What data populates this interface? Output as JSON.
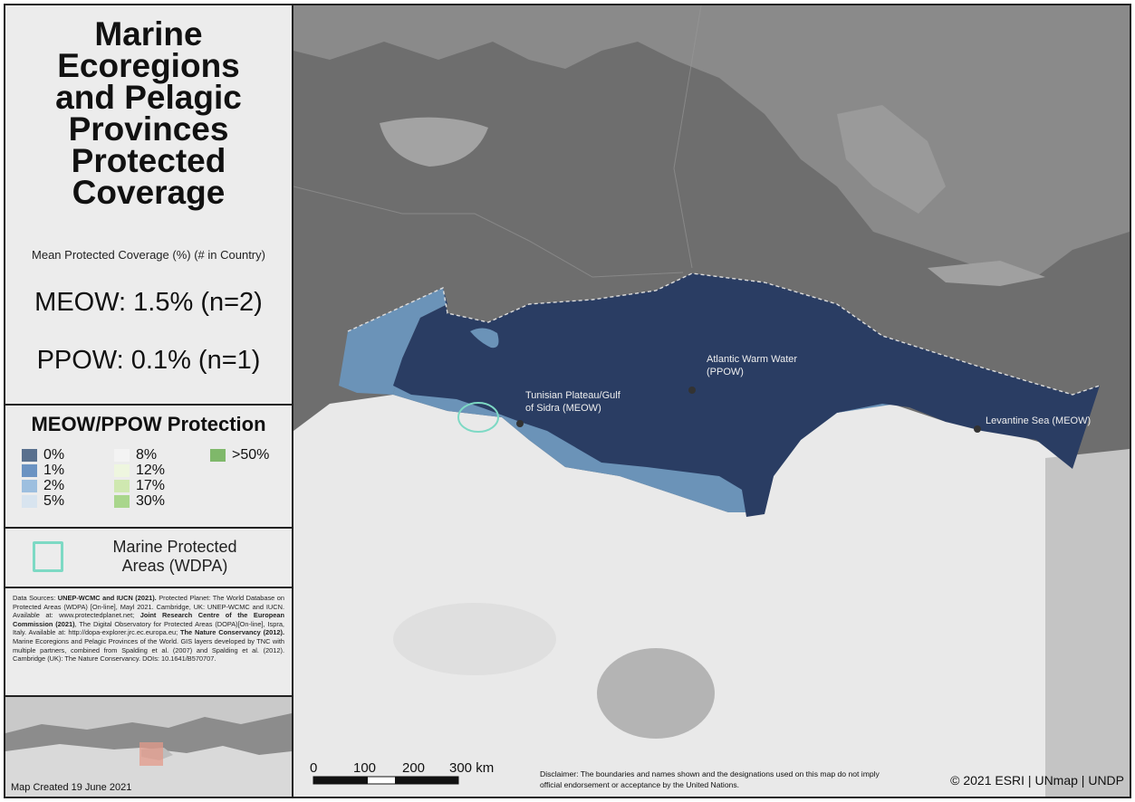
{
  "title": "Marine\nEcoregions\nand Pelagic\nProvinces\nProtected\nCoverage",
  "subtitle": "Mean Protected Coverage (%) (# in Country)",
  "stats": {
    "meow": "MEOW: 1.5%  (n=2)",
    "ppow": "PPOW: 0.1%  (n=1)"
  },
  "legend": {
    "title": "MEOW/PPOW Protection",
    "items": [
      {
        "label": "0%",
        "color": "#59708e"
      },
      {
        "label": "1%",
        "color": "#6b93c2"
      },
      {
        "label": "2%",
        "color": "#9dbfdf"
      },
      {
        "label": "5%",
        "color": "#d8e4ef"
      },
      {
        "label": "8%",
        "color": "#f3f3f3"
      },
      {
        "label": "12%",
        "color": "#eef6df"
      },
      {
        "label": "17%",
        "color": "#cfe8b0"
      },
      {
        "label": "30%",
        "color": "#a9d68c"
      },
      {
        "label": ">50%",
        "color": "#7fb86a"
      }
    ]
  },
  "mpa": {
    "label": "Marine Protected\nAreas (WDPA)",
    "color": "#7dd9c4"
  },
  "sources": {
    "p1": "Data Sources: ",
    "b1": "UNEP-WCMC and IUCN (2021).",
    "p2": " Protected Planet: The World Database on Protected Areas (WDPA) [On-line], Mayl 2021. Cambridge, UK: UNEP-WCMC and IUCN. Available at: www.protectedplanet.net; ",
    "b2": "Joint Research Centre of the European Commission (2021)",
    "p3": ", The Digital Observatory for Protected Areas (DOPA)[On-line], Ispra, Italy. Available at: http://dopa-explorer.jrc.ec.europa.eu; ",
    "b3": "The Nature Conservancy (2012).",
    "p4": " Marine Ecoregions and Pelagic Provinces of the World. GIS layers developed by TNC with multiple partners, combined from Spalding et al. (2007) and Spalding et al. (2012). Cambridge (UK): The Nature Conservancy. DOIs: 10.1641/B570707."
  },
  "inset": {
    "date": "Map Created 19 June 2021"
  },
  "map": {
    "labels": {
      "ppow": "Atlantic Warm Water\n(PPOW)",
      "tunisian": "Tunisian Plateau/Gulf\nof Sidra (MEOW)",
      "levantine": "Levantine Sea (MEOW)"
    },
    "scale": {
      "ticks": [
        "0",
        "100",
        "200",
        "300 km"
      ]
    },
    "disclaimer": "Disclaimer: The boundaries and names shown and the designations used on this map do not imply official endorsement or acceptance by the United Nations.",
    "credit": "© 2021 ESRI | UNmap | UNDP",
    "colors": {
      "ppow": "#2a3d63",
      "meow": "#6b93b8",
      "land": "#e6e6e6",
      "sea": "#6f6f6f"
    }
  }
}
